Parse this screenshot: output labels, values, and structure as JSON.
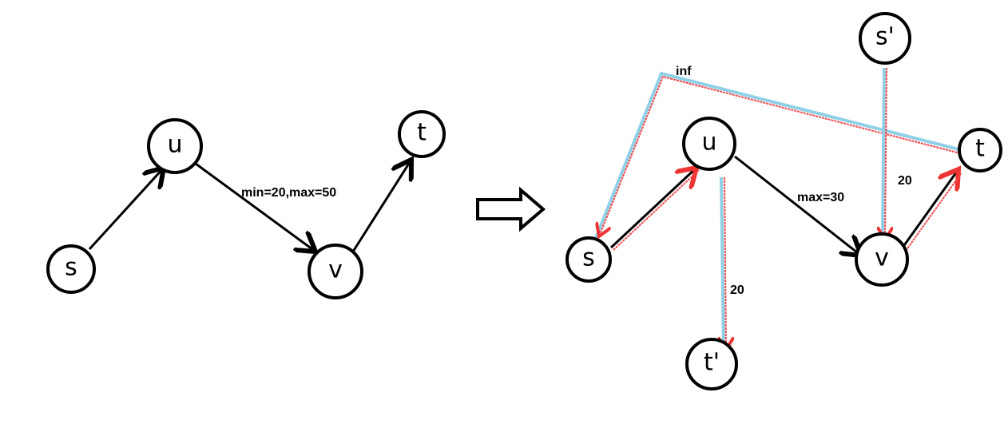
{
  "left_graph": {
    "nodes": {
      "s": "s",
      "u": "u",
      "v": "v",
      "t": "t"
    },
    "edge_label_uv": "min=20,max=50"
  },
  "right_graph": {
    "nodes": {
      "s": "s",
      "u": "u",
      "v": "v",
      "t": "t",
      "s_prime": "s'",
      "t_prime": "t'"
    },
    "edge_label_inf": "inf",
    "edge_label_uv": "max=30",
    "edge_label_sprime_v": "20",
    "edge_label_u_tprime": "20"
  },
  "colors": {
    "path_blue": "#8fd0e6",
    "path_red": "#f0484b"
  }
}
